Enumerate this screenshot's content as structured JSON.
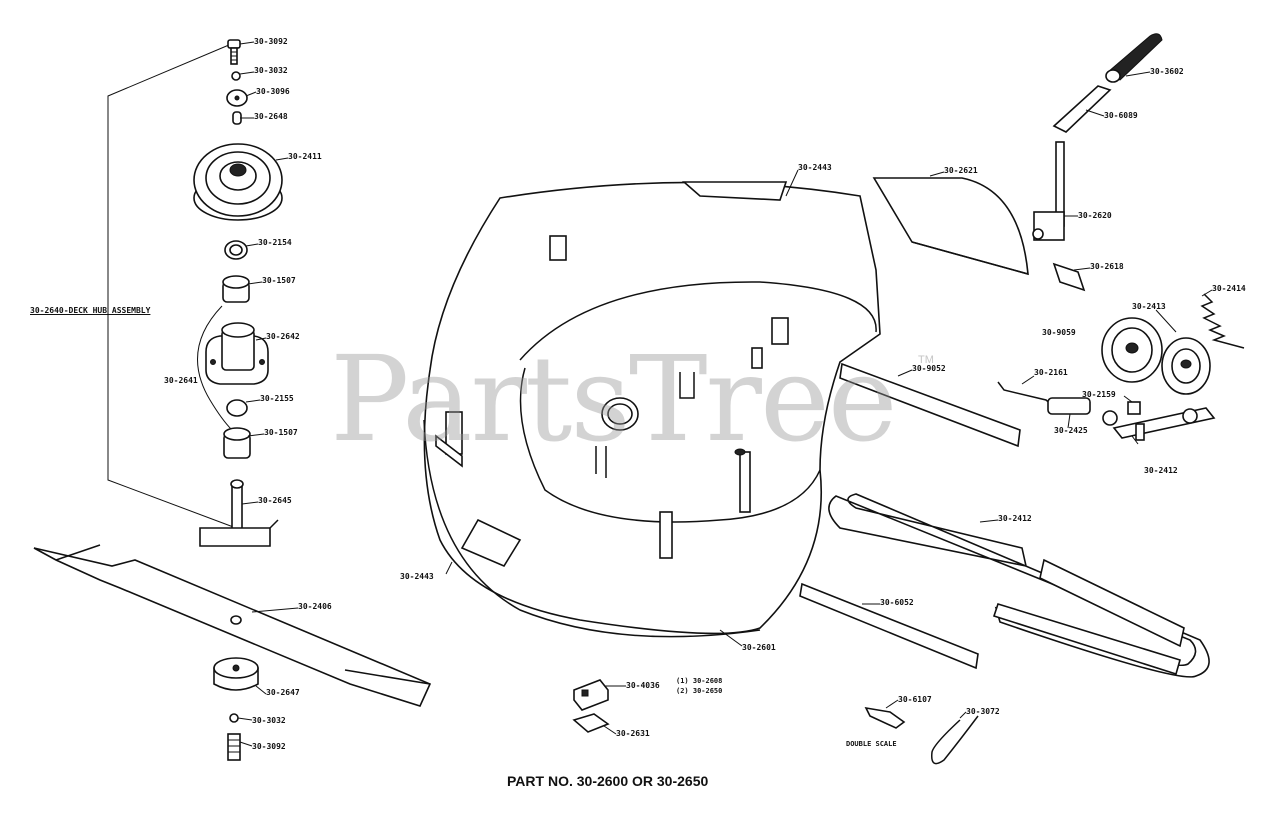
{
  "watermark": {
    "text": "PartsTree",
    "trademark": "TM"
  },
  "title": "PART NO. 30-2600 OR 30-2650",
  "assembly_label": "30-2640-DECK HUB ASSEMBLY",
  "labels": {
    "l3092a": "30-3092",
    "l3032a": "30-3032",
    "l3096": "30-3096",
    "l2648": "30-2648",
    "l2411": "30-2411",
    "l2154": "30-2154",
    "l1507a": "30-1507",
    "l2642": "30-2642",
    "l2641": "30-2641",
    "l2155": "30-2155",
    "l1507b": "30-1507",
    "l2645": "30-2645",
    "l2406": "30-2406",
    "l2647": "30-2647",
    "l3032b": "30-3032",
    "l3092b": "30-3092",
    "l2443a": "30-2443",
    "l2443b": "30-2443",
    "l2601": "30-2601",
    "l2621": "30-2621",
    "l3602": "30-3602",
    "l6089": "30-6089",
    "l2620": "30-2620",
    "l2618": "30-2618",
    "l2414": "30-2414",
    "l2413": "30-2413",
    "l9059": "30-9059",
    "l2161": "30-2161",
    "l2159": "30-2159",
    "l2425": "30-2425",
    "l2412a": "30-2412",
    "l9052a": "30-9052",
    "l2412b": "30-2412",
    "l6052b": "30-6052",
    "l4036": "30-4036",
    "l2608": "(1) 30-2608",
    "l2650": "(2) 30-2650",
    "l2631": "30-2631",
    "l6107": "30-6107",
    "l3072": "30-3072",
    "ldouble": "DOUBLE SCALE"
  }
}
